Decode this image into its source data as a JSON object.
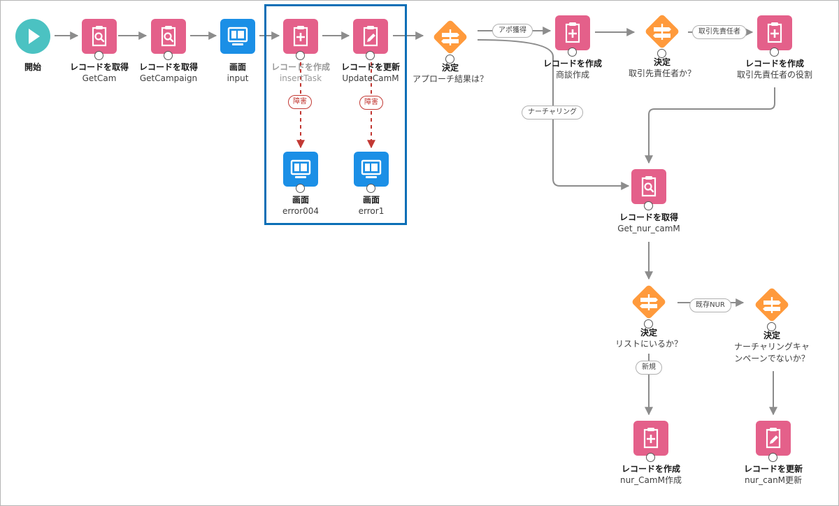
{
  "colors": {
    "start": "#4bc2c2",
    "record": "#e4608a",
    "screen": "#1b8fe6",
    "decision": "#ff9a3c",
    "edge": "#8c8c8c",
    "fault": "#c23934",
    "highlight": "#0b6fb6"
  },
  "nodes": {
    "start": {
      "type": "開始",
      "label": "",
      "icon": "play-icon"
    },
    "getcam": {
      "type": "レコードを取得",
      "label": "GetCam",
      "icon": "record-lookup-icon"
    },
    "getcampaign": {
      "type": "レコードを取得",
      "label": "GetCampaign",
      "icon": "record-lookup-icon"
    },
    "input": {
      "type": "画面",
      "label": "input",
      "icon": "screen-icon"
    },
    "inserttask": {
      "type": "レコードを作成",
      "label": "insertTask",
      "icon": "record-create-icon"
    },
    "updatecamm": {
      "type": "レコードを更新",
      "label": "UpdateCamM",
      "icon": "record-update-icon"
    },
    "decision_approach": {
      "type": "決定",
      "label": "アプローチ結果は？",
      "icon": "decision-icon"
    },
    "shodan": {
      "type": "レコードを作成",
      "label": "商談作成",
      "icon": "record-create-icon"
    },
    "decision_torihiki": {
      "type": "決定",
      "label": "取引先責任者か？",
      "icon": "decision-icon"
    },
    "torihiki_role": {
      "type": "レコードを作成",
      "label": "取引先責任者の役割",
      "icon": "record-create-icon"
    },
    "error004": {
      "type": "画面",
      "label": "error004",
      "icon": "screen-icon"
    },
    "error1": {
      "type": "画面",
      "label": "error1",
      "icon": "screen-icon"
    },
    "get_nur_camm": {
      "type": "レコードを取得",
      "label": "Get_nur_camM",
      "icon": "record-lookup-icon"
    },
    "decision_list": {
      "type": "決定",
      "label": "リストにいるか？",
      "icon": "decision-icon"
    },
    "decision_nur": {
      "type": "決定",
      "label": "ナーチャリングキャ\nンペーンでないか？",
      "icon": "decision-icon"
    },
    "nur_create": {
      "type": "レコードを作成",
      "label": "nur_CamM作成",
      "icon": "record-create-icon"
    },
    "nur_update": {
      "type": "レコードを更新",
      "label": "nur_canM更新",
      "icon": "record-update-icon"
    }
  },
  "edge_labels": {
    "apo": "アポ獲得",
    "nurturing": "ナーチャリング",
    "torihiki": "取引先責任者",
    "existing_nur": "既存NUR",
    "new": "新規",
    "fault_1": "障害",
    "fault_2": "障害"
  }
}
